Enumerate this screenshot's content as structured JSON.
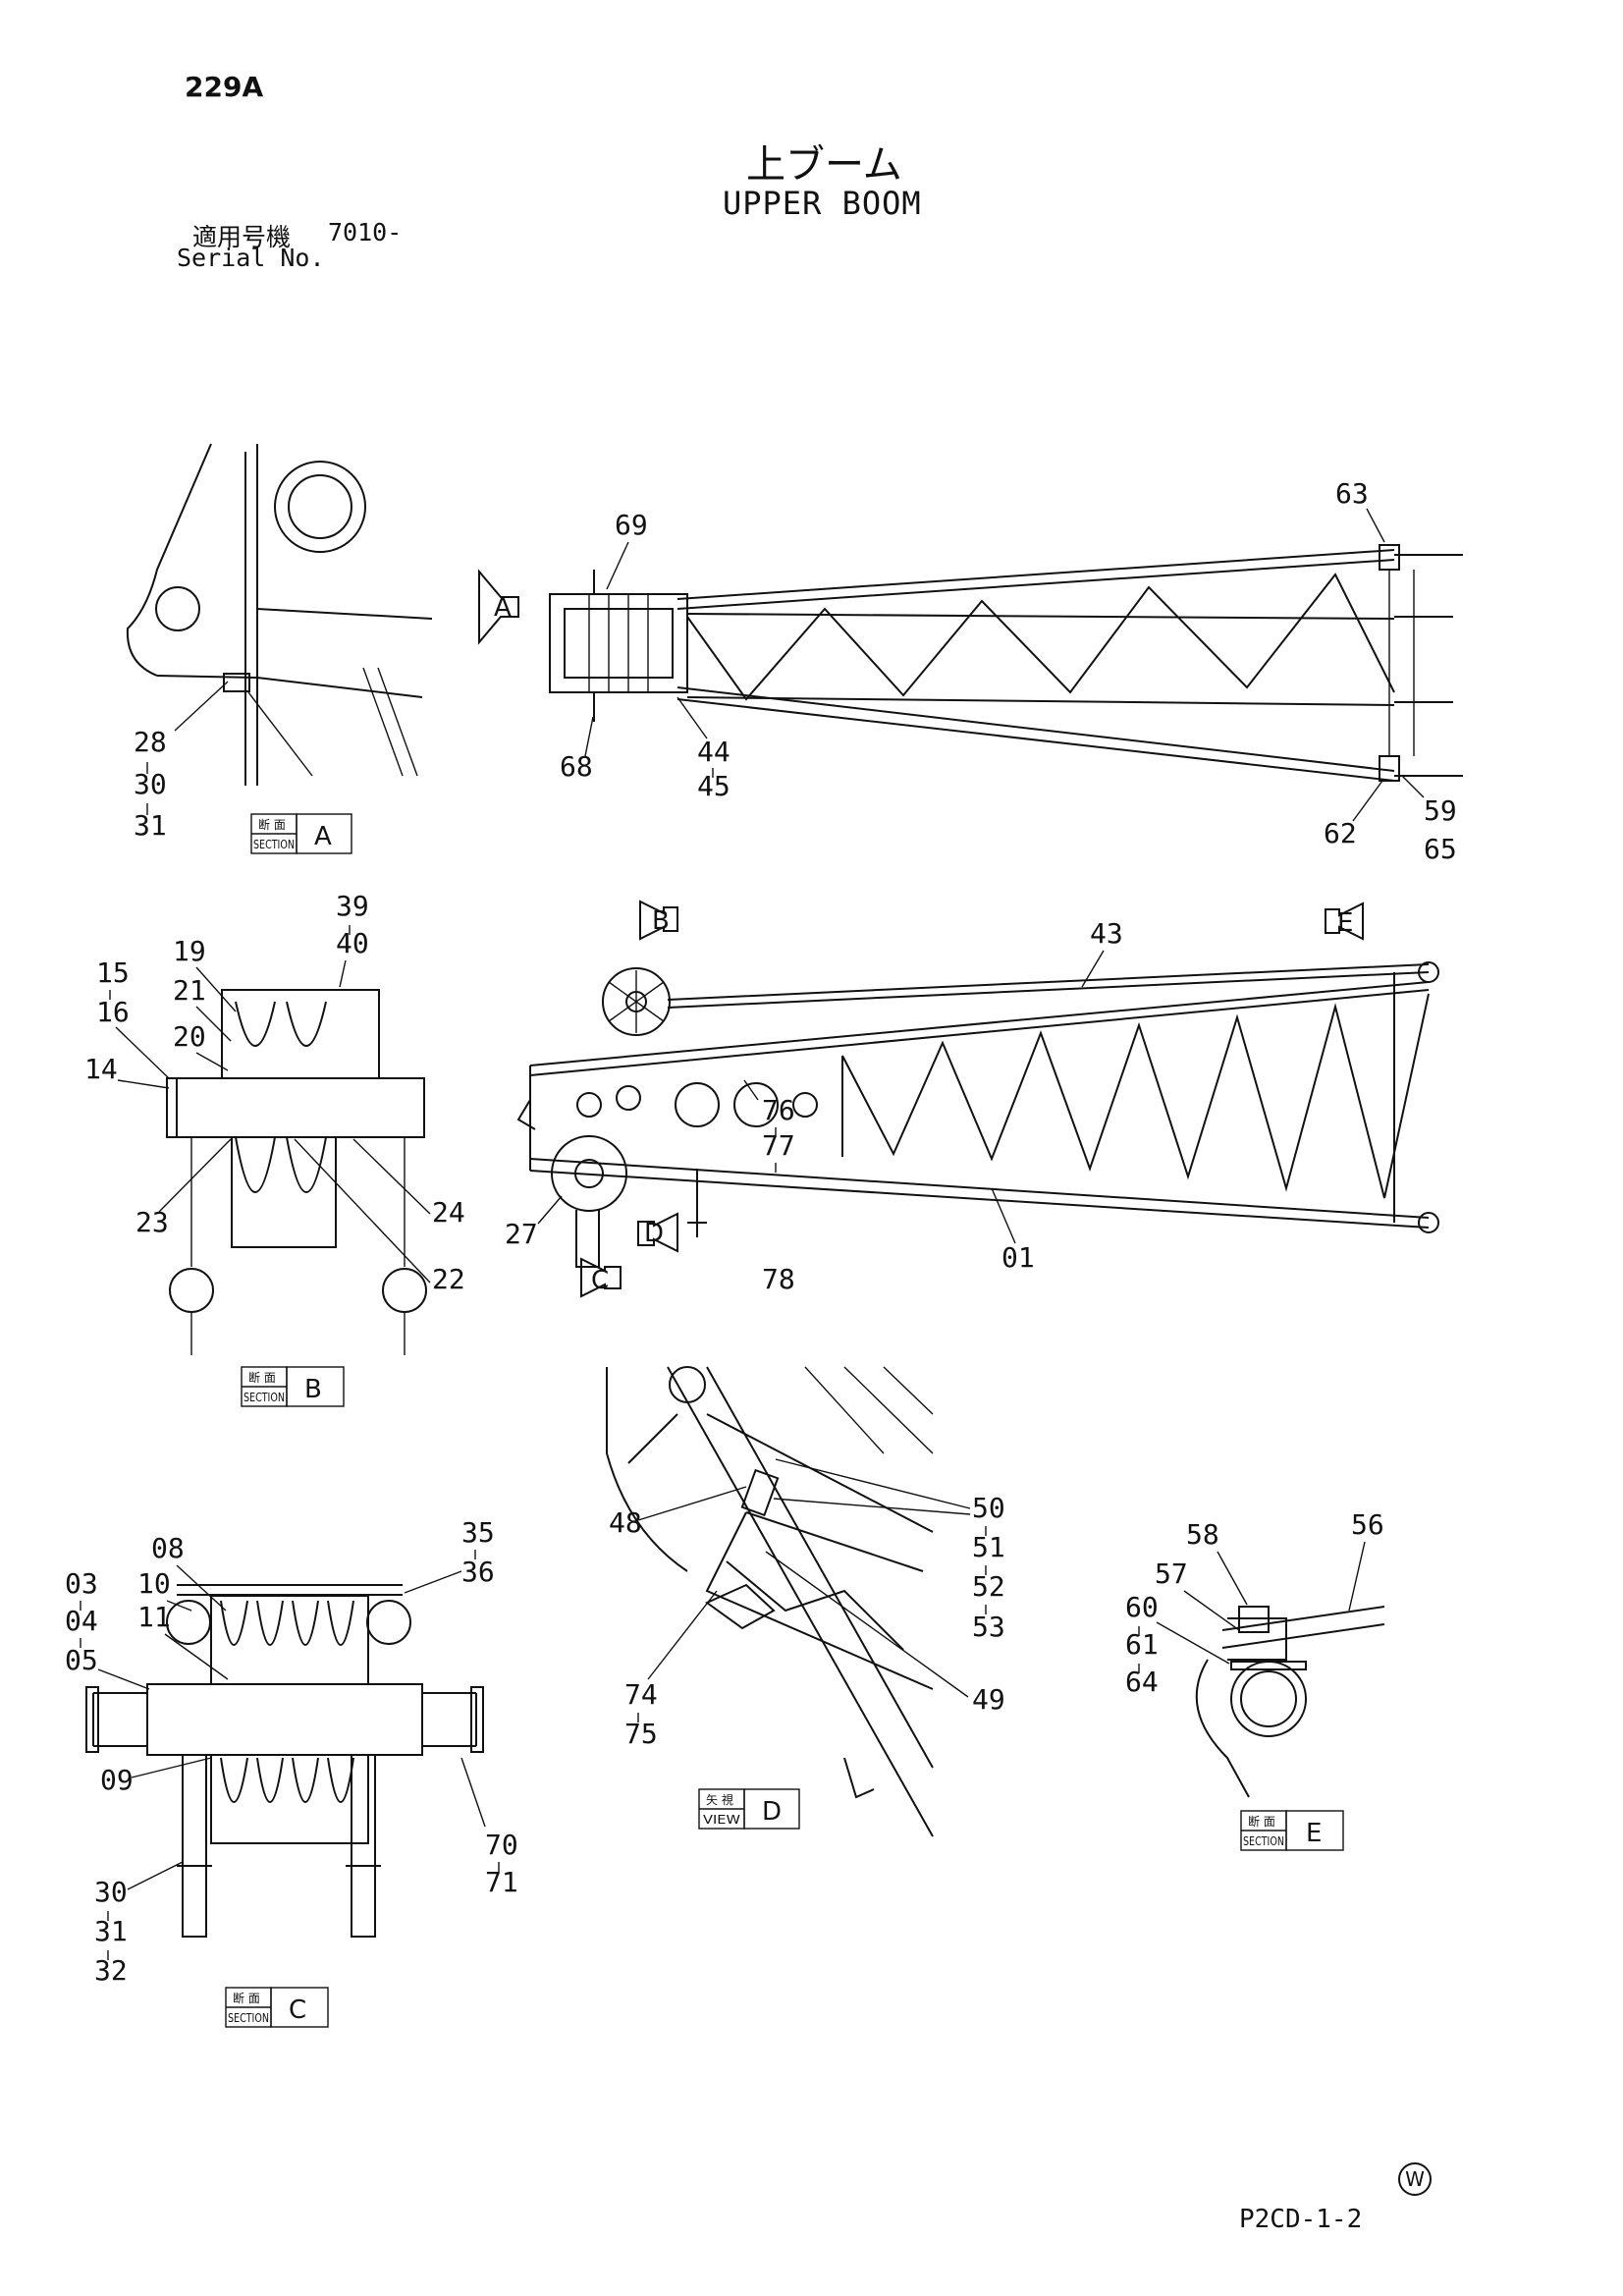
{
  "header": {
    "page_number": "229A",
    "title_jp": "上ブーム",
    "title_en": "UPPER BOOM",
    "serial_label_jp": "適用号機",
    "serial_value": "7010-",
    "serial_label_en": "Serial No."
  },
  "views": {
    "section_a": {
      "kanji": "断 面",
      "word": "SECTION",
      "letter": "A",
      "callouts": [
        "28",
        "30",
        "31"
      ]
    },
    "top_view": {
      "arrow": "A",
      "callouts": [
        "69",
        "68",
        "44",
        "45",
        "63",
        "62",
        "59",
        "65"
      ]
    },
    "section_b": {
      "kanji": "断 面",
      "word": "SECTION",
      "letter": "B",
      "callouts": [
        "39",
        "40",
        "19",
        "21",
        "20",
        "15",
        "16",
        "14",
        "23",
        "24",
        "22"
      ]
    },
    "side_view": {
      "arrows": [
        "B",
        "E",
        "D",
        "C"
      ],
      "callouts": [
        "43",
        "27",
        "76",
        "77",
        "78",
        "01"
      ]
    },
    "view_d": {
      "kanji": "矢 視",
      "word": "VIEW",
      "letter": "D",
      "callouts": [
        "48",
        "50",
        "51",
        "52",
        "53",
        "49",
        "74",
        "75"
      ]
    },
    "section_c": {
      "kanji": "断 面",
      "word": "SECTION",
      "letter": "C",
      "callouts": [
        "35",
        "36",
        "08",
        "10",
        "03",
        "11",
        "04",
        "05",
        "09",
        "70",
        "71",
        "30",
        "31",
        "32"
      ]
    },
    "section_e": {
      "kanji": "断 面",
      "word": "SECTION",
      "letter": "E",
      "callouts": [
        "58",
        "56",
        "57",
        "60",
        "61",
        "64"
      ]
    }
  },
  "footer": {
    "drawing_code": "P2CD-1-2",
    "maker_mark": "W"
  }
}
